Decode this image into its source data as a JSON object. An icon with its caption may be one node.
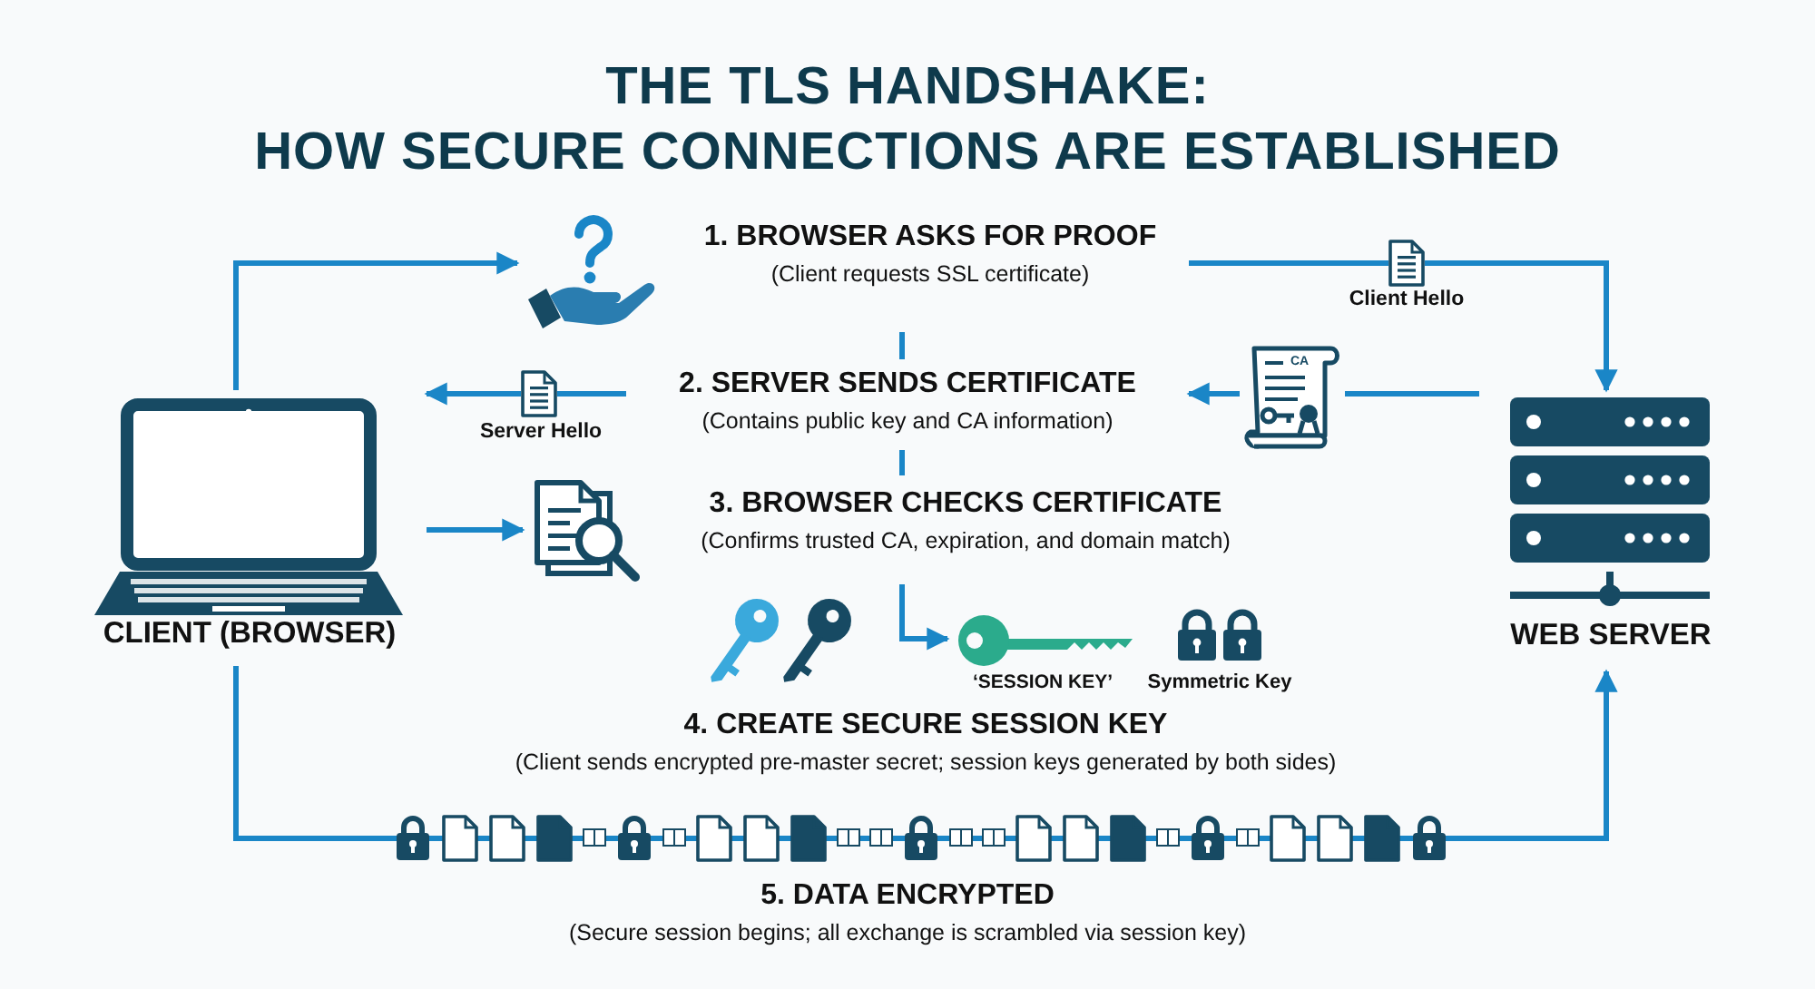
{
  "diagram": {
    "title": "THE TLS HANDSHAKE: HOW SECURE CONNECTIONS ARE ESTABLISHED",
    "nodes": [
      {
        "text": [
          "CLIENT (BROWSER)"
        ]
      },
      {
        "text": [
          "WEB SERVER"
        ]
      },
      {
        "text": [
          "1. BROWSER ASKS FOR PROOF",
          "(Client requests SSL certificate)"
        ]
      },
      {
        "text": [
          "2. SERVER SENDS CERTIFICATE",
          "(Contains public key and CA information)"
        ]
      },
      {
        "text": [
          "3. BROWSER CHECKS CERTIFICATE",
          "(Confirms trusted CA, expiration, and domain match)"
        ]
      },
      {
        "text": [
          "‘SESSION KEY’"
        ]
      },
      {
        "text": [
          "4. CREATE SECURE SESSION KEY",
          "(Client sends encrypted pre-master secret; session keys generated by both sides)"
        ]
      },
      {
        "text": [
          "5. DATA ENCRYPTED",
          "(Secure session begins; all exchange is scrambled via session key)"
        ]
      }
    ],
    "edges": [
      {
        "from": 0,
        "to": 2,
        "arrow": "to"
      },
      {
        "from": 2,
        "to": 1,
        "arrow": "to",
        "label": "Client Hello"
      },
      {
        "from": 2,
        "to": 3,
        "arrow": "none"
      },
      {
        "from": 3,
        "to": 4,
        "arrow": "none"
      },
      {
        "from": 4,
        "to": 5,
        "arrow": "to"
      },
      {
        "from": 1,
        "to": 3,
        "arrow": "to"
      },
      {
        "from": 3,
        "to": 0,
        "arrow": "to",
        "label": "Server Hello"
      },
      {
        "from": 0,
        "to": 4,
        "arrow": "to"
      },
      {
        "from": 0,
        "to": 1,
        "arrow": "to"
      }
    ],
    "labels": [
      "CA",
      "Symmetric Key"
    ]
  }
}
